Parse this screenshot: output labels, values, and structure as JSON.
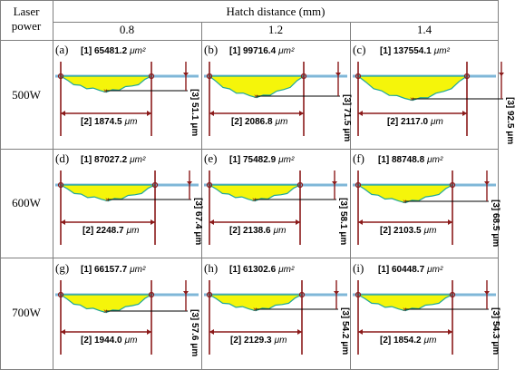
{
  "header": {
    "laser_power": "Laser power",
    "hatch_distance": "Hatch distance (mm)",
    "columns": [
      "0.8",
      "1.2",
      "1.4"
    ]
  },
  "rows": [
    {
      "power": "500W",
      "panels": [
        {
          "label": "(a)",
          "area": "[1] 65481.2",
          "area_unit": "μm²",
          "width": "[2] 1874.5",
          "width_unit": "μm",
          "depth": "[3] 51.1 μm"
        },
        {
          "label": "(b)",
          "area": "[1] 99716.4",
          "area_unit": "μm²",
          "width": "[2] 2086.8",
          "width_unit": "μm",
          "depth": "[3] 71.5 μm"
        },
        {
          "label": "(c)",
          "area": "[1] 137554.1",
          "area_unit": "μm²",
          "width": "[2] 2117.0",
          "width_unit": "μm",
          "depth": "[3] 92.5 μm"
        }
      ]
    },
    {
      "power": "600W",
      "panels": [
        {
          "label": "(d)",
          "area": "[1] 87027.2",
          "area_unit": "μm²",
          "width": "[2] 2248.7",
          "width_unit": "μm",
          "depth": "[3] 67.4 μm"
        },
        {
          "label": "(e)",
          "area": "[1] 75482.9",
          "area_unit": "μm²",
          "width": "[2] 2138.6",
          "width_unit": "μm",
          "depth": "[3] 58.1 μm"
        },
        {
          "label": "(f)",
          "area": "[1] 88748.8",
          "area_unit": "μm²",
          "width": "[2] 2103.5",
          "width_unit": "μm",
          "depth": "[3] 68.5 μm"
        }
      ]
    },
    {
      "power": "700W",
      "panels": [
        {
          "label": "(g)",
          "area": "[1] 66157.7",
          "area_unit": "μm²",
          "width": "[2] 1944.0",
          "width_unit": "μm",
          "depth": "[3] 57.6 μm"
        },
        {
          "label": "(h)",
          "area": "[1] 61302.6",
          "area_unit": "μm²",
          "width": "[2] 2129.3",
          "width_unit": "μm",
          "depth": "[3] 54.2 μm"
        },
        {
          "label": "(i)",
          "area": "[1] 60448.7",
          "area_unit": "μm²",
          "width": "[2] 1854.2",
          "width_unit": "μm",
          "depth": "[3] 54.3 μm"
        }
      ]
    }
  ],
  "colors": {
    "melt_pool_fill": "#f5f50a",
    "melt_pool_edge": "#1fa89a",
    "measure_line": "#8b1a1a",
    "surface_line": "#7fb7d8",
    "grid": "#7f7f7f"
  }
}
